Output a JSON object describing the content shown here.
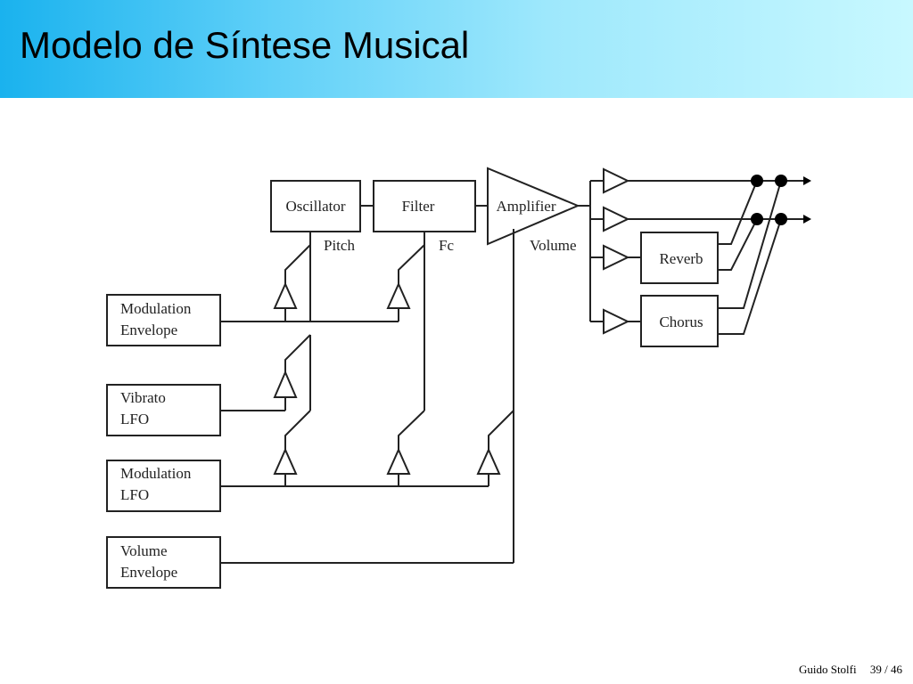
{
  "slide": {
    "title": "Modelo de Síntese Musical",
    "author": "Guido Stolfi",
    "page": "39 / 46"
  },
  "diagram": {
    "blocks": {
      "oscillator": "Oscillator",
      "filter": "Filter",
      "amplifier": "Amplifier",
      "reverb": "Reverb",
      "chorus": "Chorus",
      "mod_env_line1": "Modulation",
      "mod_env_line2": "Envelope",
      "vib_lfo_line1": "Vibrato",
      "vib_lfo_line2": "LFO",
      "mod_lfo_line1": "Modulation",
      "mod_lfo_line2": "LFO",
      "vol_env_line1": "Volume",
      "vol_env_line2": "Envelope"
    },
    "labels": {
      "pitch": "Pitch",
      "fc": "Fc",
      "volume": "Volume"
    }
  }
}
